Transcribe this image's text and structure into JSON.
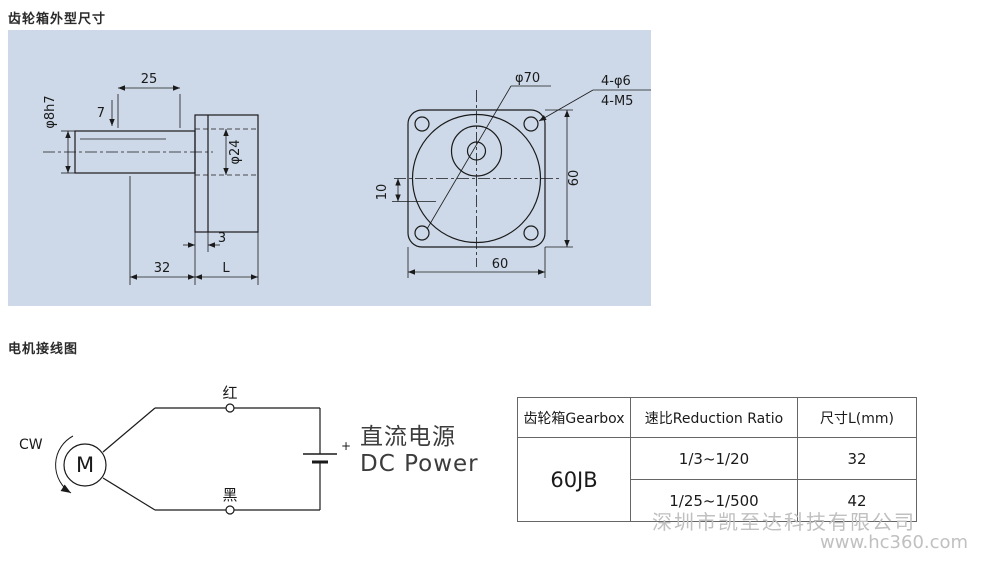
{
  "page": {
    "gearbox_section_title": "齿轮箱外型尺寸",
    "wiring_section_title": "电机接线图"
  },
  "colors": {
    "panel_bg": "#cdd9e9",
    "line": "#1a1a1a",
    "watermark": "#c0c0c0"
  },
  "side_view": {
    "dim_25": "25",
    "dim_7": "7",
    "dim_shaft": "φ8h7",
    "dim_body_dia": "φ24",
    "dim_3": "3",
    "dim_32": "32",
    "dim_L": "L"
  },
  "front_view": {
    "dim_big_circle": "φ70",
    "dim_holes": "4-φ6",
    "dim_tap": "4-M5",
    "dim_height": "60",
    "dim_offset": "10",
    "dim_width": "60"
  },
  "wiring": {
    "rotation_label": "CW",
    "motor_label": "M",
    "red_wire_label": "红",
    "black_wire_label": "黑",
    "plus_label": "+",
    "power_label_cn": "直流电源",
    "power_label_en": "DC Power"
  },
  "spec_table": {
    "headers": [
      "齿轮箱Gearbox",
      "速比Reduction Ratio",
      "尺寸L(mm)"
    ],
    "gearbox_model": "60JB",
    "rows": [
      {
        "ratio": "1/3~1/20",
        "length_mm": "32"
      },
      {
        "ratio": "1/25~1/500",
        "length_mm": "42"
      }
    ]
  },
  "watermark": {
    "company": "深圳市凯至达科技有限公司",
    "website": "www.hc360.com"
  }
}
